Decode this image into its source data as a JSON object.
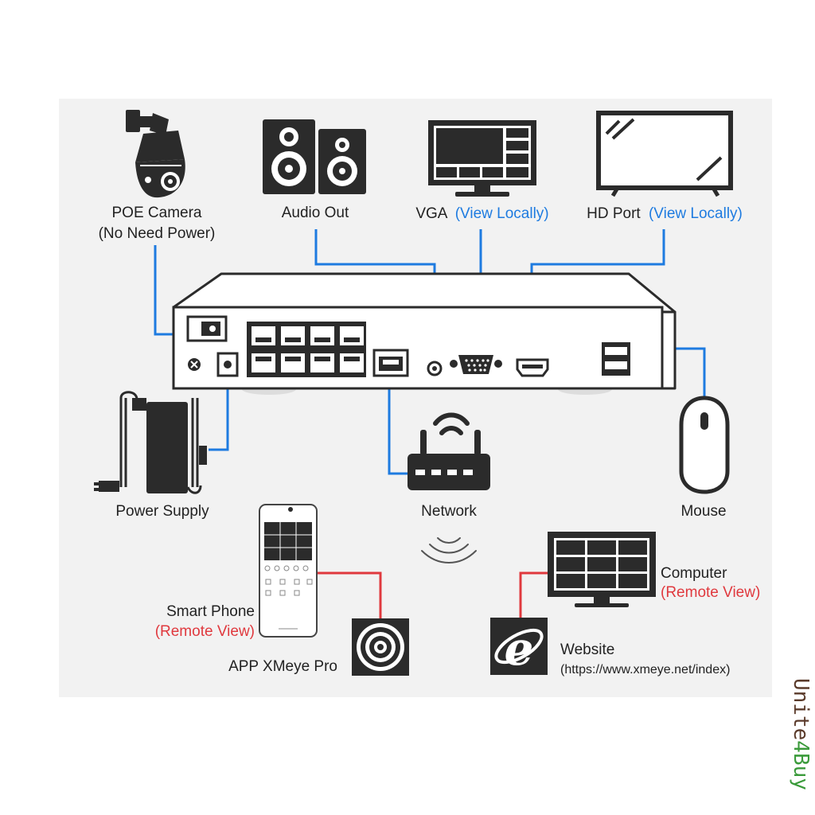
{
  "labels": {
    "poe_camera": "POE Camera",
    "poe_camera_note": "(No Need Power)",
    "audio_out": "Audio Out",
    "vga": "VGA",
    "vga_note": "(View Locally)",
    "hd_port": "HD Port",
    "hd_port_note": "(View Locally)",
    "power_supply": "Power Supply",
    "network": "Network",
    "mouse": "Mouse",
    "computer": "Computer",
    "computer_note": "(Remote View)",
    "smart_phone": "Smart Phone",
    "smart_phone_note": "(Remote View)",
    "app": "APP  XMeye Pro",
    "website": "Website",
    "website_url": "(https://www.xmeye.net/index)"
  },
  "watermark": {
    "part1": "Unite",
    "part2": "4",
    "part3": "Buy"
  },
  "colors": {
    "local_link": "#1e7be0",
    "remote_link": "#e0393e",
    "device": "#2b2b2b",
    "panel_bg": "#f2f2f2",
    "watermark_dark": "#5a3a2a",
    "watermark_green": "#3a9a3a"
  }
}
